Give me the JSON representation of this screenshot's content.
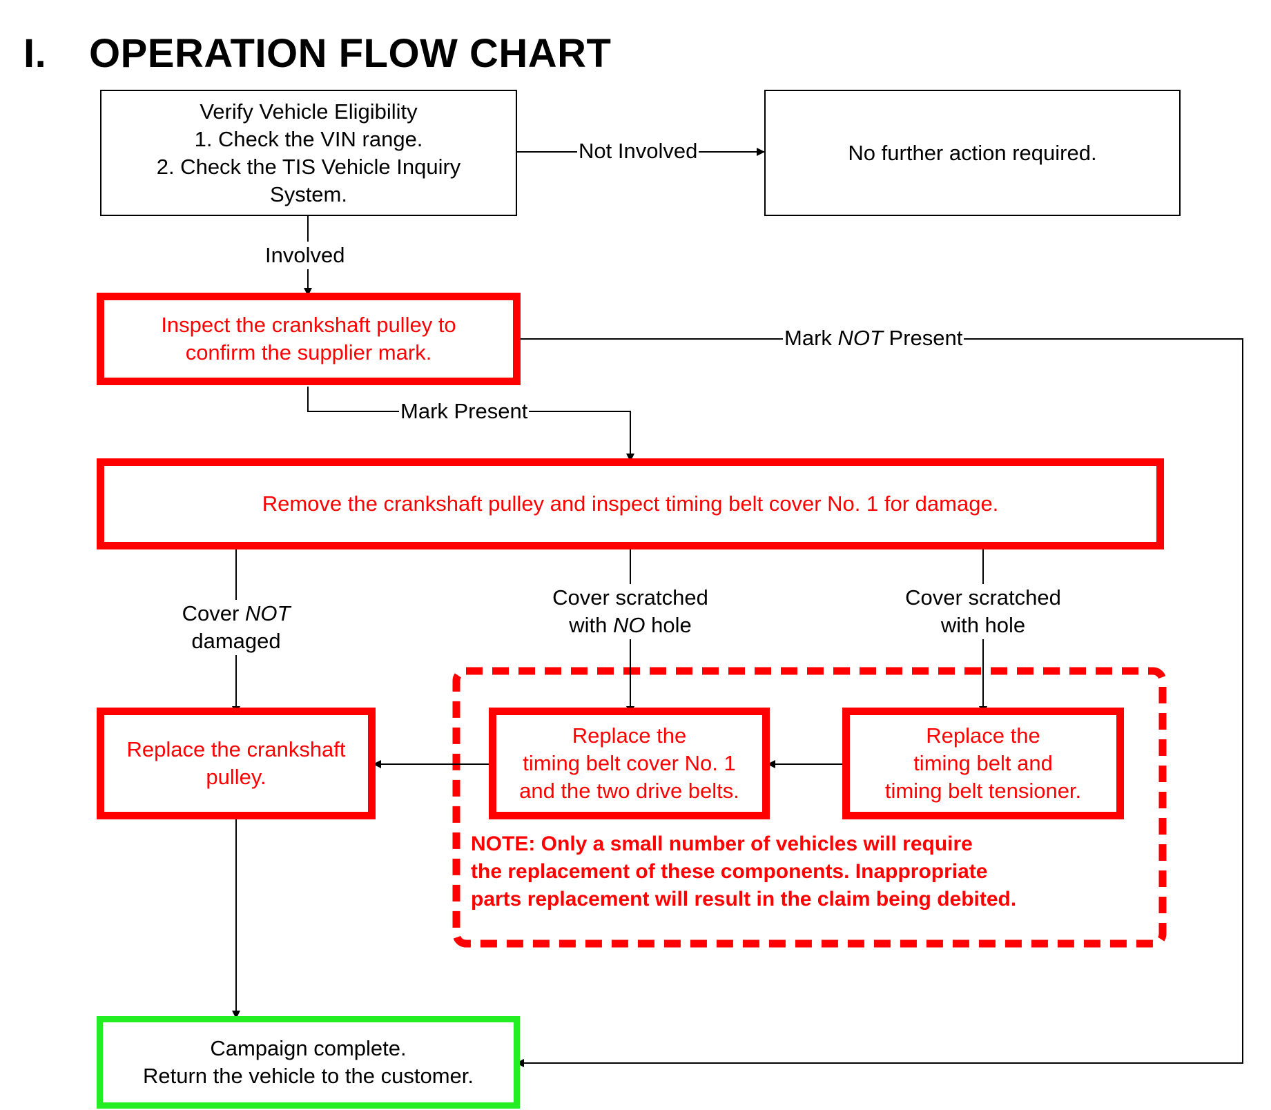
{
  "heading": {
    "number": "I.",
    "title": "OPERATION FLOW CHART"
  },
  "colors": {
    "black": "#000000",
    "red": "#ff0000",
    "green": "#22ee22"
  },
  "boxes": {
    "verify": {
      "lines": [
        "Verify Vehicle Eligibility",
        "1. Check the VIN range.",
        "2. Check the TIS Vehicle Inquiry",
        "System."
      ]
    },
    "no_action": {
      "lines": [
        "No further action required."
      ]
    },
    "inspect": {
      "lines": [
        "Inspect the crankshaft pulley to",
        "confirm the supplier mark."
      ]
    },
    "remove": {
      "lines": [
        "Remove the crankshaft pulley and inspect timing belt cover No. 1 for damage."
      ]
    },
    "replace_pulley": {
      "lines": [
        "Replace the crankshaft",
        "pulley."
      ]
    },
    "replace_cover": {
      "lines": [
        "Replace the",
        "timing belt cover No. 1",
        "and the two drive belts."
      ]
    },
    "replace_belt": {
      "lines": [
        "Replace the",
        "timing belt and",
        "timing belt tensioner."
      ]
    },
    "complete": {
      "lines": [
        "Campaign complete.",
        "Return the vehicle to the customer."
      ]
    }
  },
  "labels": {
    "not_involved": "Not Involved",
    "involved": "Involved",
    "mark_not_present": {
      "before": "Mark ",
      "em": "NOT",
      "after": " Present"
    },
    "mark_present": "Mark Present",
    "cover_not_damaged": {
      "before": "Cover ",
      "em": "NOT",
      "line2": "damaged"
    },
    "cover_no_hole": {
      "line1": "Cover scratched",
      "before": "with ",
      "em": "NO",
      "after": " hole"
    },
    "cover_with_hole": {
      "line1": "Cover scratched",
      "line2": "with hole"
    }
  },
  "note": {
    "lines": [
      "NOTE: Only a small number of vehicles will require",
      "the replacement of these components. Inappropriate",
      "parts replacement will result in the claim being debited."
    ]
  }
}
